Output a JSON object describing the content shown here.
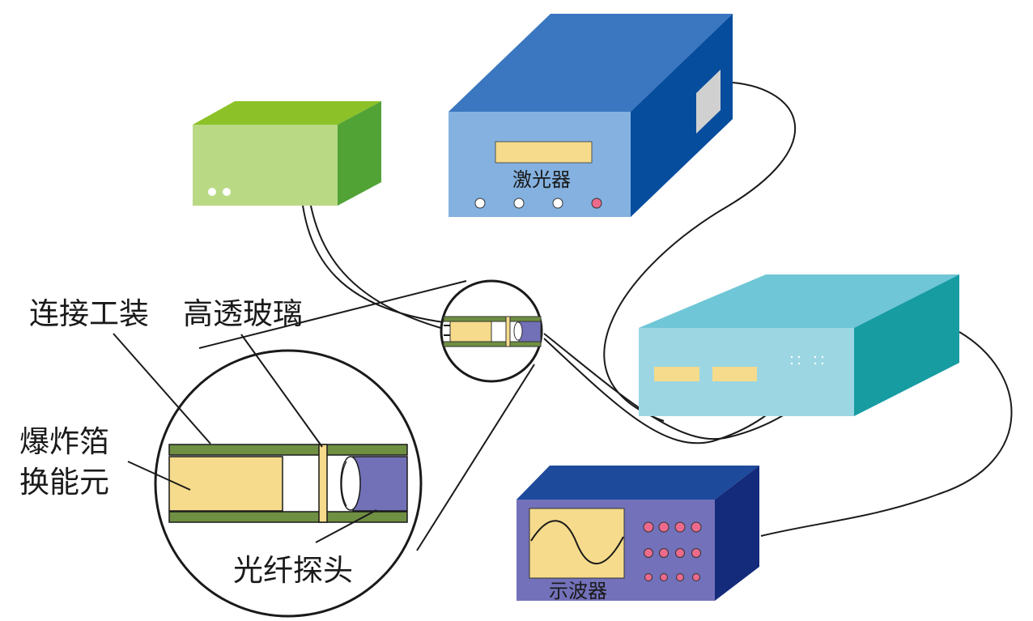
{
  "labels": {
    "laser": "激光器",
    "oscilloscope": "示波器",
    "connector_fixture": "连接工装",
    "high_transmission_glass": "高透玻璃",
    "efi_line1": "爆炸箔",
    "efi_line2": "换能元",
    "fiber_probe": "光纤探头"
  },
  "colors": {
    "power_box_top": "#8cc228",
    "power_box_front": "#b9d984",
    "power_box_side": "#52a336",
    "laser_top": "#3a77c0",
    "laser_front": "#84b1e0",
    "laser_side": "#074d9e",
    "detector_top": "#6fc6d6",
    "detector_front": "#9cd6e3",
    "detector_side": "#179ca2",
    "scope_top": "#1d4a9b",
    "scope_front": "#7371ba",
    "scope_side": "#142a7a",
    "display_yellow": "#f5db8b",
    "button_pink": "#ec6a8c",
    "fixture_green": "#6f8f42",
    "probe_purple": "#7270b7"
  }
}
